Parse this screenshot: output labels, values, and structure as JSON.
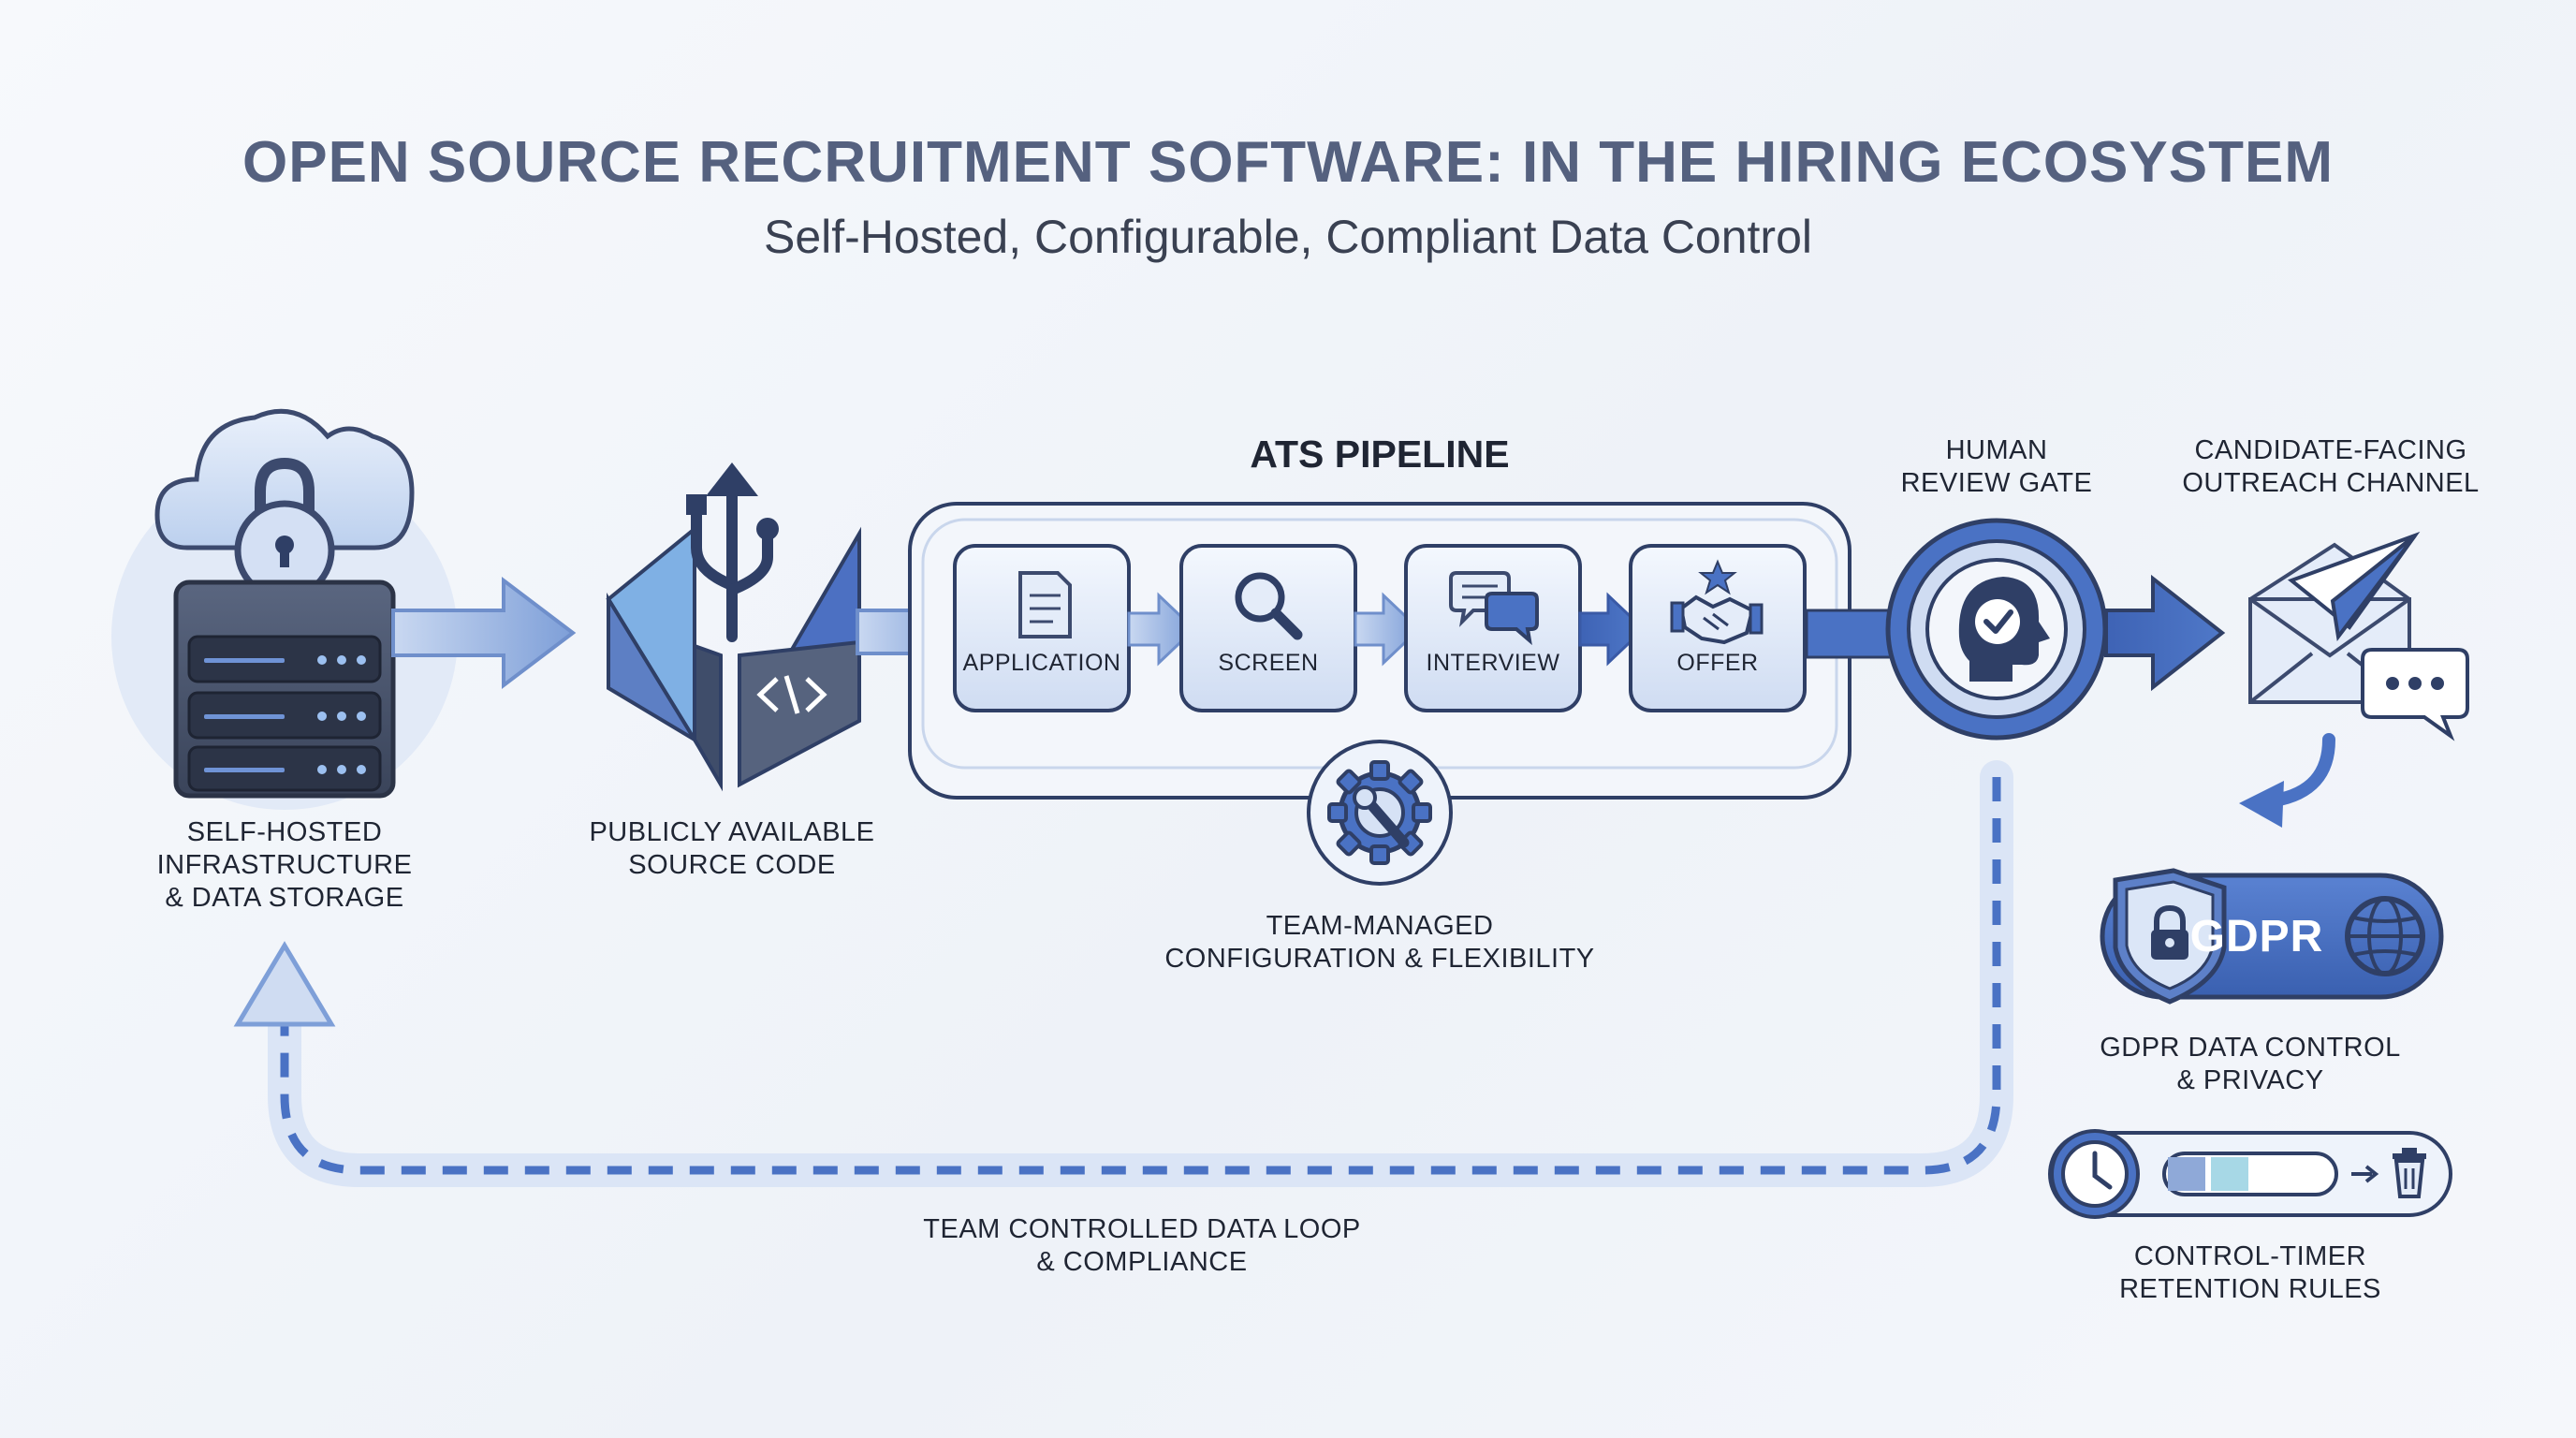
{
  "header": {
    "title": "OPEN SOURCE RECRUITMENT SOFTWARE: IN THE HIRING ECOSYSTEM",
    "subtitle": "Self-Hosted, Configurable, Compliant Data Control"
  },
  "nodes": {
    "infrastructure": {
      "line1": "SELF-HOSTED",
      "line2": "INFRASTRUCTURE",
      "line3": "& DATA STORAGE",
      "icon": "cloud-lock-server-icon"
    },
    "source_code": {
      "line1": "PUBLICLY AVAILABLE",
      "line2": "SOURCE CODE",
      "icon": "open-source-code-icon"
    },
    "ats": {
      "title": "ATS PIPELINE",
      "stages": [
        {
          "label": "APPLICATION",
          "icon": "document-icon"
        },
        {
          "label": "SCREEN",
          "icon": "magnifier-icon"
        },
        {
          "label": "INTERVIEW",
          "icon": "chat-bubbles-icon"
        },
        {
          "label": "OFFER",
          "icon": "handshake-icon"
        }
      ]
    },
    "configuration": {
      "line1": "TEAM-MANAGED",
      "line2": "CONFIGURATION & FLEXIBILITY",
      "icon": "gear-wrench-icon"
    },
    "review_gate": {
      "line1": "HUMAN",
      "line2": "REVIEW GATE",
      "icon": "head-check-icon"
    },
    "outreach": {
      "line1": "CANDIDATE-FACING",
      "line2": "OUTREACH CHANNEL",
      "icon": "envelope-paper-plane-icon"
    },
    "gdpr": {
      "badge": "GDPR",
      "line1": "GDPR DATA CONTROL",
      "line2": "& PRIVACY",
      "icon": "shield-lock-globe-icon"
    },
    "retention": {
      "line1": "CONTROL-TIMER",
      "line2": "RETENTION RULES",
      "icon": "clock-trash-icon"
    },
    "loop": {
      "line1": "TEAM CONTROLLED DATA LOOP",
      "line2": "& COMPLIANCE"
    }
  },
  "colors": {
    "primary": "#4a72c4",
    "dark": "#2f3f66",
    "light": "#dbe6f7",
    "panel": "#f3f6fb",
    "outline": "#3c4a6e"
  }
}
